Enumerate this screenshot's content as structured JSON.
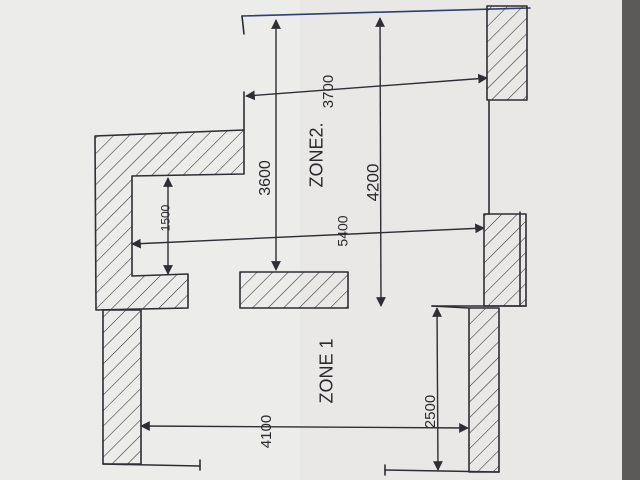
{
  "drawing": {
    "labels": {
      "zone_1": "ZONE 1",
      "zone_2": "ZONE2.",
      "dim_3700": "3700",
      "dim_3600": "3600",
      "dim_4200": "4200",
      "dim_1500": "1500",
      "dim_5400": "5400",
      "dim_4100": "4100",
      "dim_2500": "2500"
    },
    "colors": {
      "paper": "#e9e8e6",
      "ink": "#2e2e34",
      "background": "#5b5a58"
    }
  }
}
